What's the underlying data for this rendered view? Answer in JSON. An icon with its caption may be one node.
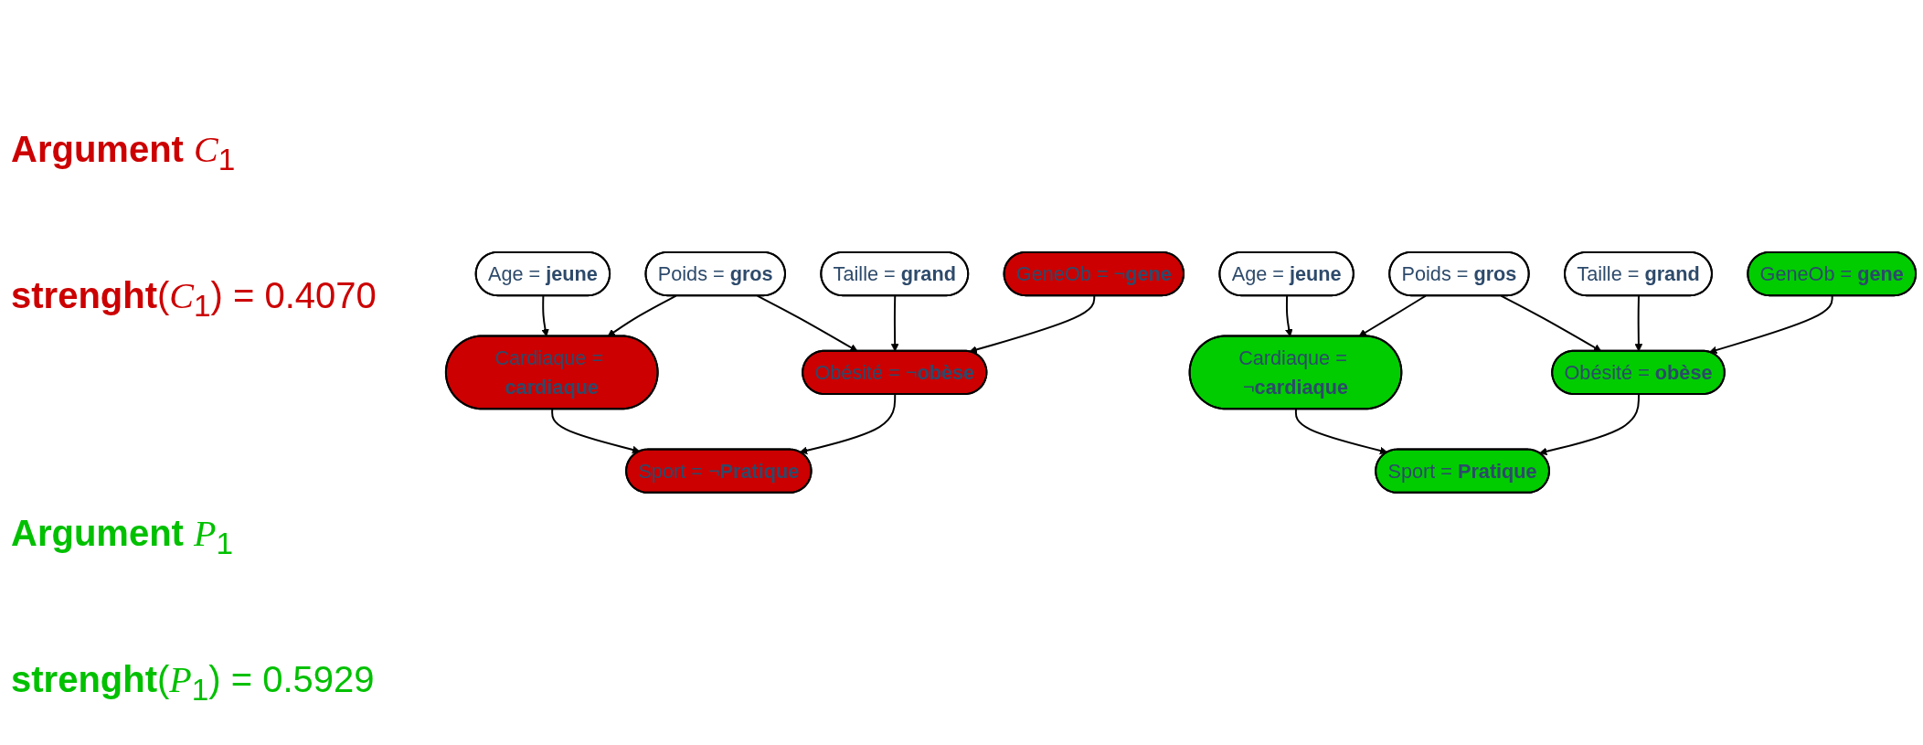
{
  "diagram": {
    "nodes": [
      {
        "text": [
          "Age = **jeune**"
        ]
      },
      {
        "text": [
          "Poids = **gros**"
        ]
      },
      {
        "text": [
          "Taille = **grand**"
        ]
      },
      {
        "text": [
          "GeneOb = ¬**gene**"
        ]
      },
      {
        "text": [
          "Cardiaque = **cardiaque**"
        ]
      },
      {
        "text": [
          "Obésité = ¬**obèse**"
        ]
      },
      {
        "text": [
          "Sport = ¬**Pratique**"
        ]
      },
      {
        "text": [
          "Age = **jeune**"
        ]
      },
      {
        "text": [
          "Poids = **gros**"
        ]
      },
      {
        "text": [
          "Taille = **grand**"
        ]
      },
      {
        "text": [
          "GeneOb = **gene**"
        ]
      },
      {
        "text": [
          "Cardiaque = ¬**cardiaque**"
        ]
      },
      {
        "text": [
          "Obésité = **obèse**"
        ]
      },
      {
        "text": [
          "Sport = **Pratique**"
        ]
      }
    ],
    "edges": [
      {
        "from": 0,
        "to": 4,
        "arrow": "to"
      },
      {
        "from": 1,
        "to": 4,
        "arrow": "to"
      },
      {
        "from": 1,
        "to": 5,
        "arrow": "to"
      },
      {
        "from": 2,
        "to": 5,
        "arrow": "to"
      },
      {
        "from": 3,
        "to": 5,
        "arrow": "to"
      },
      {
        "from": 4,
        "to": 6,
        "arrow": "to"
      },
      {
        "from": 5,
        "to": 6,
        "arrow": "to"
      },
      {
        "from": 7,
        "to": 11,
        "arrow": "to"
      },
      {
        "from": 8,
        "to": 11,
        "arrow": "to"
      },
      {
        "from": 8,
        "to": 12,
        "arrow": "to"
      },
      {
        "from": 9,
        "to": 12,
        "arrow": "to"
      },
      {
        "from": 10,
        "to": 12,
        "arrow": "to"
      },
      {
        "from": 11,
        "to": 13,
        "arrow": "to"
      },
      {
        "from": 12,
        "to": 13,
        "arrow": "to"
      }
    ],
    "labels": [
      "**Argument** *C*$_{1}$",
      "**strenght**(*C*$_{1}$) = 0.4070",
      "**Argument** *P*$_{1}$",
      "**strenght**(*P*$_{1}$) = 0.5929"
    ]
  }
}
